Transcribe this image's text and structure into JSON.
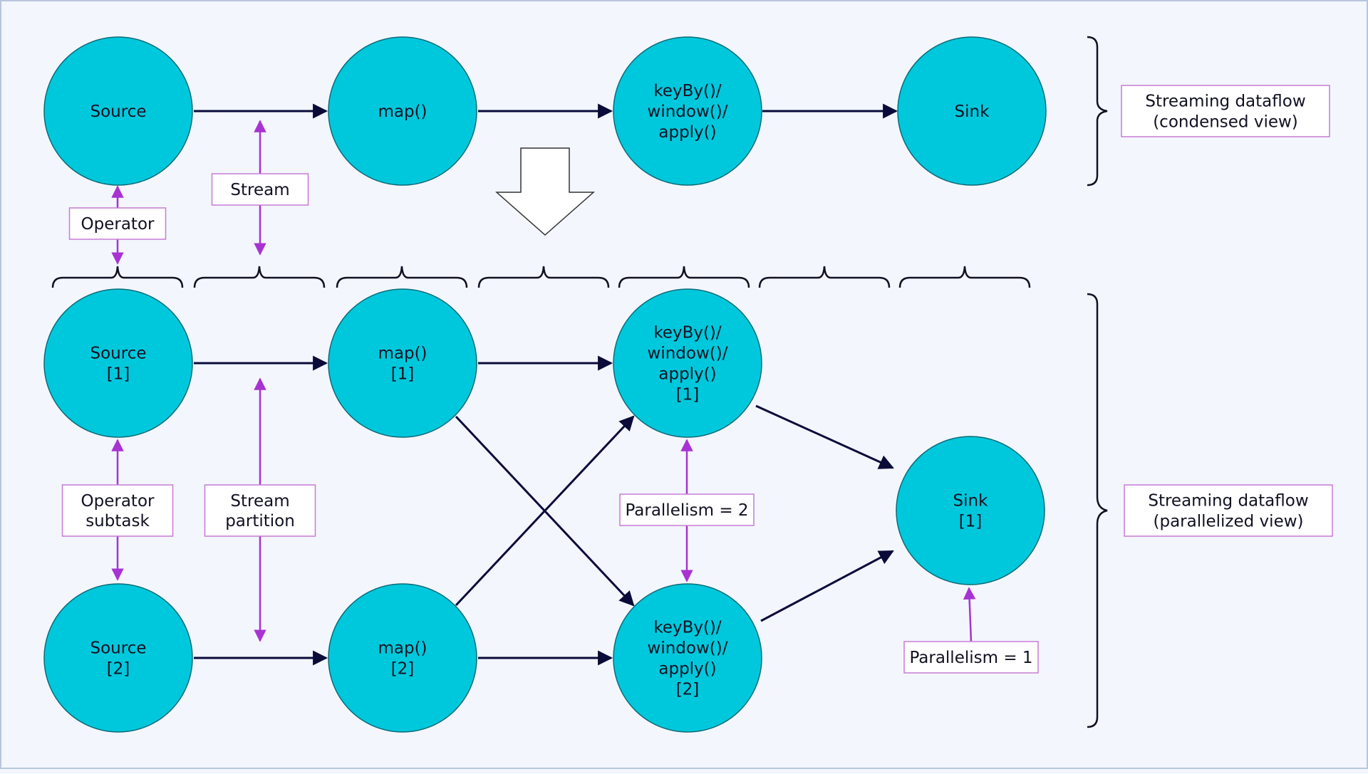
{
  "colors": {
    "background": "#f3f6fd",
    "node_fill": "#00c8dc",
    "node_stroke": "#0b6b78",
    "flow_arrow": "#0b0b3a",
    "annotation": "#a832d2",
    "label_border": "#c77bd6",
    "brace": "#111122"
  },
  "condensed": {
    "nodes": [
      {
        "id": "c-source",
        "lines": [
          "Source"
        ]
      },
      {
        "id": "c-map",
        "lines": [
          "map()"
        ]
      },
      {
        "id": "c-keyby",
        "lines": [
          "keyBy()/",
          "window()/",
          "apply()"
        ]
      },
      {
        "id": "c-sink",
        "lines": [
          "Sink"
        ]
      }
    ],
    "view_label": [
      "Streaming dataflow",
      "(condensed view)"
    ]
  },
  "parallel": {
    "nodes": [
      {
        "id": "p-source-1",
        "lines": [
          "Source",
          "[1]"
        ]
      },
      {
        "id": "p-map-1",
        "lines": [
          "map()",
          "[1]"
        ]
      },
      {
        "id": "p-keyby-1",
        "lines": [
          "keyBy()/",
          "window()/",
          "apply()",
          "[1]"
        ]
      },
      {
        "id": "p-source-2",
        "lines": [
          "Source",
          "[2]"
        ]
      },
      {
        "id": "p-map-2",
        "lines": [
          "map()",
          "[2]"
        ]
      },
      {
        "id": "p-keyby-2",
        "lines": [
          "keyBy()/",
          "window()/",
          "apply()",
          "[2]"
        ]
      },
      {
        "id": "p-sink-1",
        "lines": [
          "Sink",
          "[1]"
        ]
      }
    ],
    "view_label": [
      "Streaming dataflow",
      "(parallelized view)"
    ]
  },
  "labels": {
    "operator": [
      "Operator"
    ],
    "stream": [
      "Stream"
    ],
    "operator_subtask": [
      "Operator",
      "subtask"
    ],
    "stream_partition": [
      "Stream",
      "partition"
    ],
    "parallelism_2": [
      "Parallelism = 2"
    ],
    "parallelism_1": [
      "Parallelism = 1"
    ]
  }
}
